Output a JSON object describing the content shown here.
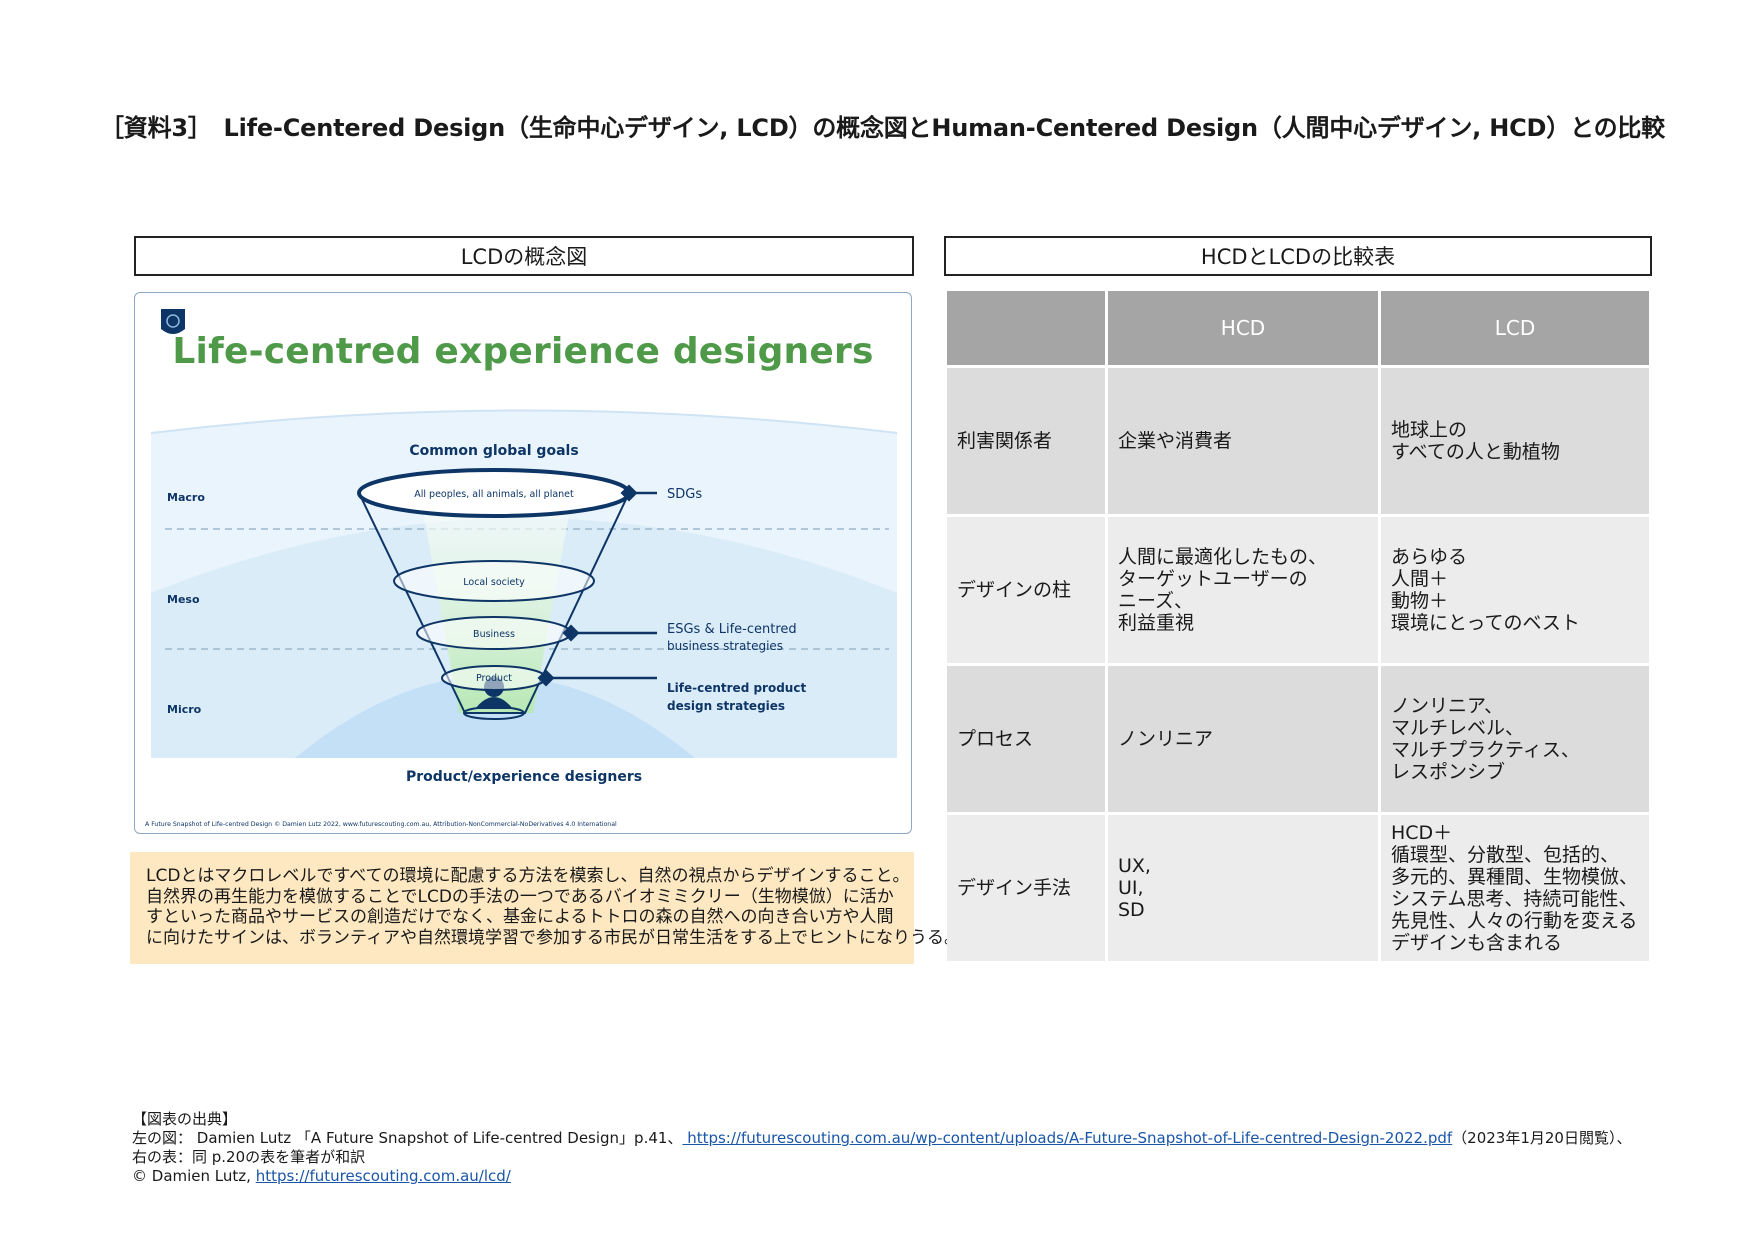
{
  "title": "［資料3］　Life-Centered Design（生命中心デザイン, LCD）の概念図とHuman-Centered Design（人間中心デザイン, HCD）との比較",
  "left_panel": {
    "header": "LCDの概念図",
    "figure": {
      "heading": "Life-centred experience designers",
      "common_goals": "Common global goals",
      "levels": [
        "Macro",
        "Meso",
        "Micro"
      ],
      "rings": [
        "All peoples, all animals, all planet",
        "Local society",
        "Business",
        "Product"
      ],
      "callouts": {
        "sdgs": "SDGs",
        "esg_line1": "ESGs & Life-centred",
        "esg_line2": "business strategies",
        "product_line1": "Life-centred product",
        "product_line2": "design strategies"
      },
      "bottom_label": "Product/experience designers",
      "credit": "A Future Snapshot of Life-centred Design © Damien Lutz 2022, www.futurescouting.com.au, Attribution-NonCommercial-NoDerivatives 4.0 International",
      "colors": {
        "green": "#4f9a48",
        "navy": "#0d3566",
        "pale_blue": "#eaf4fc"
      }
    },
    "summary": [
      "LCDとはマクロレベルですべての環境に配慮する方法を模索し、自然の視点からデザインすること。",
      "自然界の再生能力を模倣することでLCDの手法の一つであるバイオミミクリー（生物模倣）に活か",
      "すといった商品やサービスの創造だけでなく、基金によるトトロの森の自然への向き合い方や人間",
      "に向けたサインは、ボランティアや自然環境学習で参加する市民が日常生活をする上でヒントになりうる。"
    ]
  },
  "right_panel": {
    "header": "HCDとLCDの比較表",
    "columns": [
      "",
      "HCD",
      "LCD"
    ],
    "rows": [
      {
        "label": "利害関係者",
        "hcd": [
          "企業や消費者"
        ],
        "lcd": [
          "地球上の",
          "すべての人と動植物"
        ]
      },
      {
        "label": "デザインの柱",
        "hcd": [
          "人間に最適化したもの、",
          "ターゲットユーザーの",
          "ニーズ、",
          "利益重視"
        ],
        "lcd": [
          "あらゆる",
          "人間＋",
          "動物＋",
          "環境にとってのベスト"
        ]
      },
      {
        "label": "プロセス",
        "hcd": [
          "ノンリニア"
        ],
        "lcd": [
          "ノンリニア、",
          "マルチレベル、",
          "マルチプラクティス、",
          "レスポンシブ"
        ]
      },
      {
        "label": "デザイン手法",
        "hcd": [
          "UX,",
          "UI,",
          "SD"
        ],
        "lcd": [
          "HCD＋",
          "循環型、分散型、包括的、",
          "多元的、異種間、生物模倣、",
          "システム思考、持続可能性、",
          "先見性、人々の行動を変える",
          "デザインも含まれる"
        ]
      }
    ]
  },
  "source": {
    "heading": "【図表の出典】",
    "line1_prefix": "左の図： Damien Lutz 「A Future Snapshot of Life-centred Design」p.41、",
    "line1_link": " https://futurescouting.com.au/wp-content/uploads/A-Future-Snapshot-of-Life-centred-Design-2022.pdf",
    "line1_suffix": "（2023年1月20日閲覧）、",
    "line2": "右の表：同 p.20の表を筆者が和訳",
    "line3_prefix": "© Damien Lutz, ",
    "line3_link": "https://futurescouting.com.au/lcd/"
  }
}
